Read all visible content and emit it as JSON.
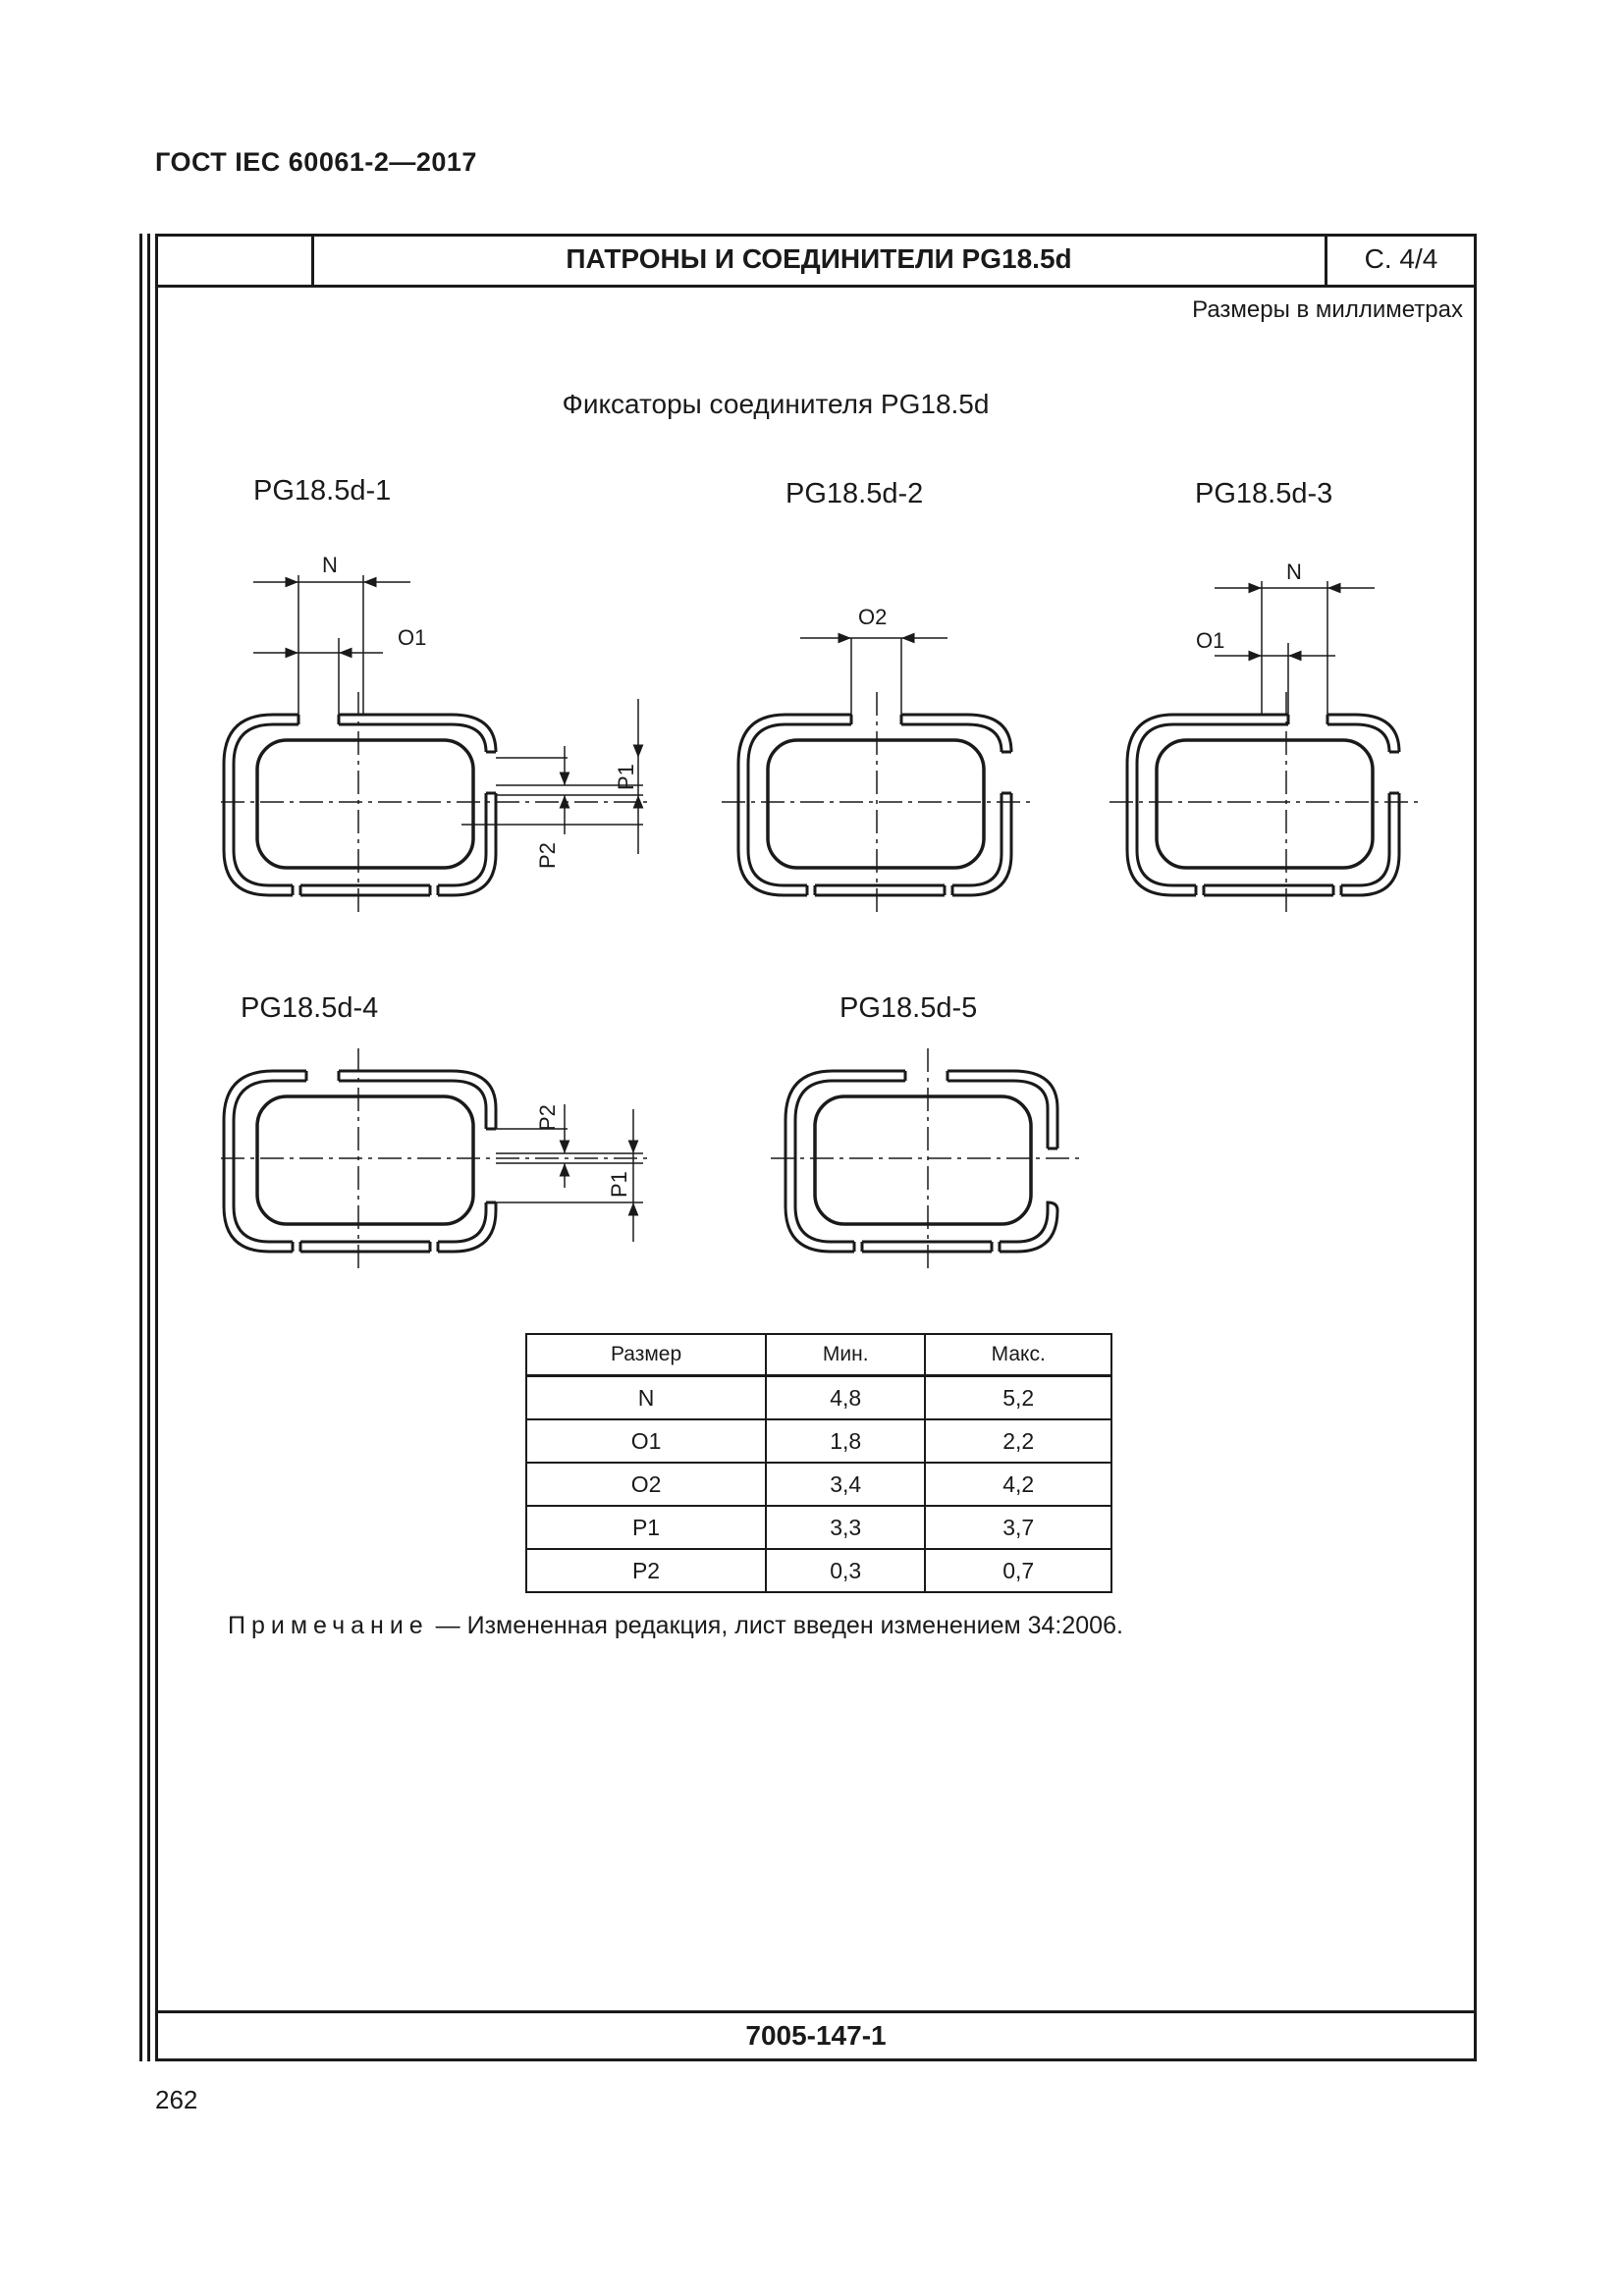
{
  "document_header": "ГОСТ IEC 60061-2—2017",
  "sheet": {
    "title": "ПАТРОНЫ И СОЕДИНИТЕЛИ PG18.5d",
    "number": "С. 4/4",
    "units": "Размеры в миллиметрах",
    "figure_title": "Фиксаторы соединителя PG18.5d",
    "footer_code": "7005-147-1"
  },
  "variants": [
    {
      "label": "PG18.5d-1",
      "dims": [
        "N",
        "O1",
        "P1",
        "P2"
      ]
    },
    {
      "label": "PG18.5d-2",
      "dims": [
        "O2"
      ]
    },
    {
      "label": "PG18.5d-3",
      "dims": [
        "N",
        "O1"
      ]
    },
    {
      "label": "PG18.5d-4",
      "dims": [
        "P2",
        "P1"
      ]
    },
    {
      "label": "PG18.5d-5",
      "dims": []
    }
  ],
  "table": {
    "headers": [
      "Размер",
      "Мин.",
      "Макс."
    ],
    "rows": [
      [
        "N",
        "4,8",
        "5,2"
      ],
      [
        "O1",
        "1,8",
        "2,2"
      ],
      [
        "O2",
        "3,4",
        "4,2"
      ],
      [
        "P1",
        "3,3",
        "3,7"
      ],
      [
        "P2",
        "0,3",
        "0,7"
      ]
    ]
  },
  "note": {
    "label": "Примечание",
    "dash": "—",
    "text": "Измененная редакция, лист введен изменением 34:2006."
  },
  "page_number": "262",
  "colors": {
    "ink": "#1a1a1a"
  }
}
